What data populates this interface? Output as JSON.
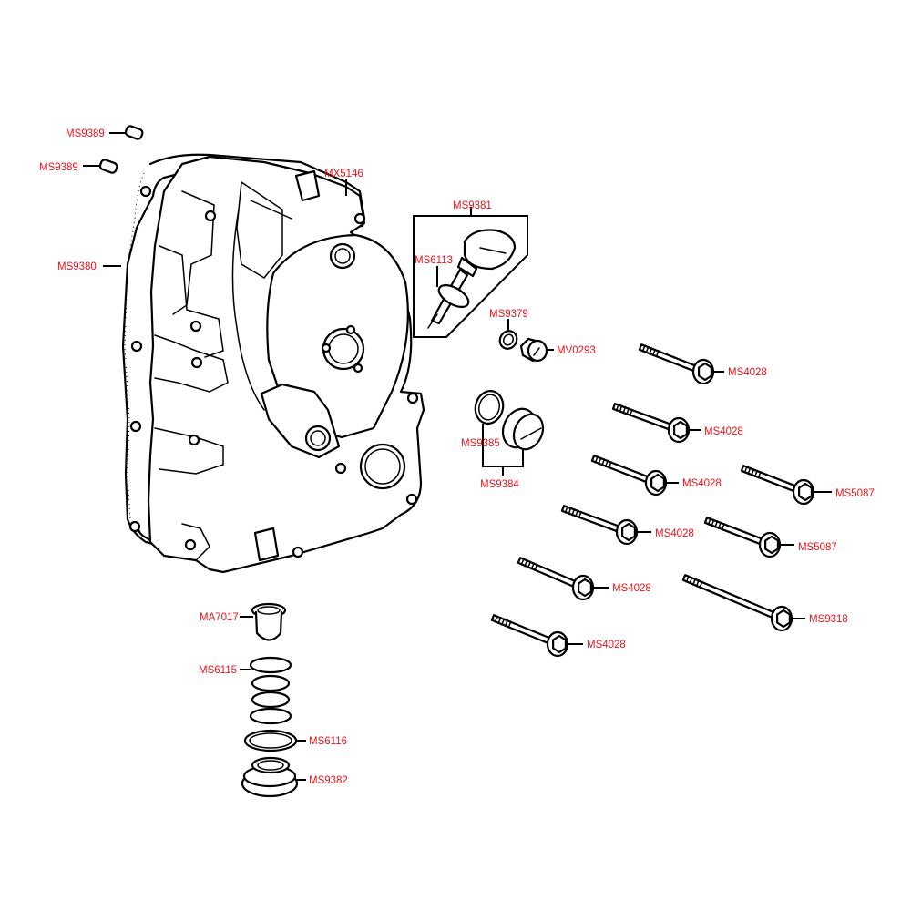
{
  "title": "Transmission case cover exploded parts diagram",
  "label_color": "#e8141c",
  "callouts": [
    {
      "id": "c1",
      "part": "MS9389",
      "item": "dowel-pin"
    },
    {
      "id": "c2",
      "part": "MS9389",
      "item": "dowel-pin"
    },
    {
      "id": "c3",
      "part": "MS9380",
      "item": "gasket"
    },
    {
      "id": "c4",
      "part": "MX5146",
      "item": "transmission-case-cover"
    },
    {
      "id": "c5",
      "part": "MS9381",
      "item": "oil-dipstick-assembly"
    },
    {
      "id": "c6",
      "part": "MS6113",
      "item": "o-ring"
    },
    {
      "id": "c7",
      "part": "MS9379",
      "item": "o-ring"
    },
    {
      "id": "c8",
      "part": "MV0293",
      "item": "filler-plug"
    },
    {
      "id": "c9",
      "part": "MS9385",
      "item": "o-ring"
    },
    {
      "id": "c10",
      "part": "MS9384",
      "item": "inspection-plug-assembly"
    },
    {
      "id": "c11",
      "part": "MS4028",
      "item": "flange-bolt"
    },
    {
      "id": "c12",
      "part": "MS4028",
      "item": "flange-bolt"
    },
    {
      "id": "c13",
      "part": "MS4028",
      "item": "flange-bolt"
    },
    {
      "id": "c14",
      "part": "MS5087",
      "item": "flange-bolt"
    },
    {
      "id": "c15",
      "part": "MS4028",
      "item": "flange-bolt"
    },
    {
      "id": "c16",
      "part": "MS5087",
      "item": "flange-bolt"
    },
    {
      "id": "c17",
      "part": "MS4028",
      "item": "flange-bolt"
    },
    {
      "id": "c18",
      "part": "MS9318",
      "item": "flange-bolt-long"
    },
    {
      "id": "c19",
      "part": "MS4028",
      "item": "flange-bolt"
    },
    {
      "id": "c20",
      "part": "MA7017",
      "item": "oil-strainer"
    },
    {
      "id": "c21",
      "part": "MS6115",
      "item": "spring"
    },
    {
      "id": "c22",
      "part": "MS6116",
      "item": "o-ring"
    },
    {
      "id": "c23",
      "part": "MS9382",
      "item": "drain-plug"
    }
  ]
}
